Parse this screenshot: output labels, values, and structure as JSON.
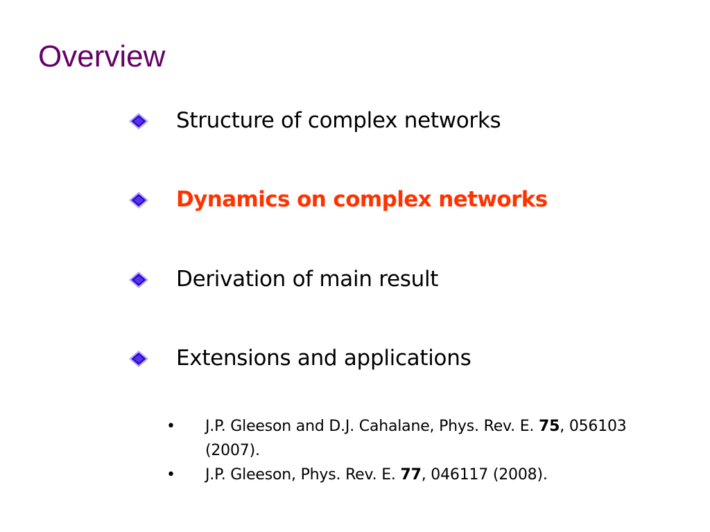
{
  "title": "Overview",
  "colors": {
    "title": "#660066",
    "text": "#000000",
    "highlight": "#ff3300",
    "diamond_fill": "#3300cc",
    "diamond_border": "#aaaaff"
  },
  "bullets": [
    {
      "icon": "diamond-bullet-icon",
      "text": "Structure of complex networks",
      "highlighted": false
    },
    {
      "icon": "diamond-bullet-icon",
      "text": "Dynamics on complex networks",
      "highlighted": true
    },
    {
      "icon": "diamond-bullet-icon",
      "text": "Derivation of main result",
      "highlighted": false
    },
    {
      "icon": "diamond-bullet-icon",
      "text": "Extensions and applications",
      "highlighted": false
    }
  ],
  "references": [
    {
      "bullet": "•",
      "pre": "J.P. Gleeson and D.J. Cahalane, Phys. Rev. E. ",
      "volume": "75",
      "post": ", 056103 (2007)."
    },
    {
      "bullet": "•",
      "pre": "J.P. Gleeson, Phys. Rev. E. ",
      "volume": "77",
      "post": ", 046117 (2008)."
    }
  ]
}
